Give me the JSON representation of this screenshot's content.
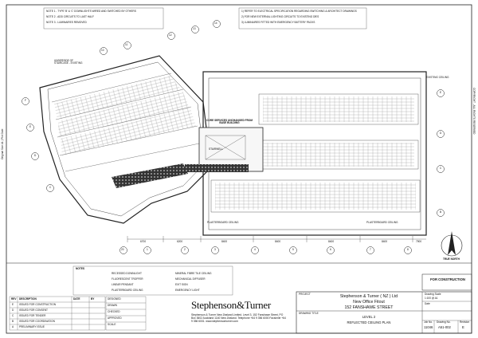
{
  "drawing": {
    "client": "Stephenson & Turner ( NZ ) Ltd",
    "project_line2": "New Office Fitout",
    "address": "152 FANSHAWE STREET",
    "level": "LEVEL 2",
    "drawing_title": "REFLECTED CEILING PLAN",
    "status": "FOR CONSTRUCTION",
    "job_no": "11046",
    "drawing_no": "A51-002",
    "revision": "E",
    "firm_name": "Stephenson&Turner",
    "north_label": "TRUE NORTH",
    "project_label": "PROJECT",
    "drawing_label": "DRAWING TITLE"
  },
  "notes_top": {
    "left": [
      "NOTE 1 - TYPE 'B' & 'C' DOWNLIGHTS WIRED AND SWITCHED BY OTHERS",
      "NOTE 2 - ADD CIRCUITS TO LAST HALF",
      "NOTE 3 - LUMINAIRES REMOVED"
    ],
    "right": [
      "1) REFER TO ELECTRICAL SPECIFICATION REGARDING SWITCHING & ARCHITECT DRAWINGS",
      "2) FOR NEW EXTERNAL LIGHTING CIRCUITS TO EXISTING DB'S",
      "3) LUMINAIRES FITTED WITH EMERGENCY BATTERY PACKS"
    ]
  },
  "plan_labels": {
    "central_note": "CORE SERVICES UNCHANGED FROM BASE BUILDING",
    "stair_note": "STAIRWELL",
    "left_note": "UNDERSIDE OF STAIRCASE - EXISTING",
    "right_note": "EXISTING CEILING",
    "bottom_left_note": "PLASTERBOARD CEILING",
    "bottom_right_note": "PLASTERBOARD CEILING"
  },
  "grid": {
    "bottom": [
      "20",
      "1",
      "2",
      "3",
      "4",
      "5",
      "6",
      "7",
      "8"
    ],
    "top": [
      "10",
      "11",
      "12",
      "13",
      "14"
    ],
    "left": [
      "F",
      "E",
      "D",
      "C"
    ],
    "right": [
      "E",
      "D",
      "C",
      "B"
    ],
    "dims": [
      "6700",
      "6200",
      "8400",
      "8400",
      "8400",
      "8400",
      "7900"
    ]
  },
  "legend": {
    "title": "NOTES",
    "items": [
      "RECESSED DOWNLIGHT",
      "FLUORESCENT TROFFER",
      "LINEAR PENDANT",
      "PLASTERBOARD CEILING",
      "MINERAL FIBRE TILE CEILING",
      "MECHANICAL DIFFUSER",
      "EXIT SIGN",
      "EMERGENCY LIGHT"
    ]
  },
  "revisions": {
    "header": [
      "REV",
      "DESCRIPTION",
      "DATE",
      "BY"
    ],
    "rows": [
      [
        "E",
        "ISSUED FOR CONSTRUCTION",
        "",
        ""
      ],
      [
        "D",
        "ISSUED FOR CONSENT",
        "",
        ""
      ],
      [
        "C",
        "ISSUED FOR TENDER",
        "",
        ""
      ],
      [
        "B",
        "ISSUED FOR COORDINATION",
        "",
        ""
      ],
      [
        "A",
        "PRELIMINARY ISSUE",
        "",
        ""
      ]
    ]
  },
  "signoff": {
    "rows": [
      "DESIGNED",
      "DRAWN",
      "CHECKED",
      "APPROVED",
      "SCALE"
    ]
  },
  "firm_block_text": "Stephenson & Turner New Zealand Limited. Level 3, 152 Fanshawe Street, PO Box 3602 Auckland 1140 New Zealand. Telephone +64 9 356 6000 Facsimile +64 9 356 6001. www.stephensonturner.com",
  "title_fields": {
    "scale_label": "Drawing Scale",
    "scale": "1:100 @ A1",
    "date_label": "Date",
    "date": "",
    "job_label": "Job No.",
    "dwg_label": "Drawing No.",
    "rev_label": "Revision"
  },
  "side_text": {
    "left_vertical": "Original Size A1 | Plot Date",
    "right_vertical": "COPYRIGHT - ALL RIGHTS RESERVED"
  }
}
